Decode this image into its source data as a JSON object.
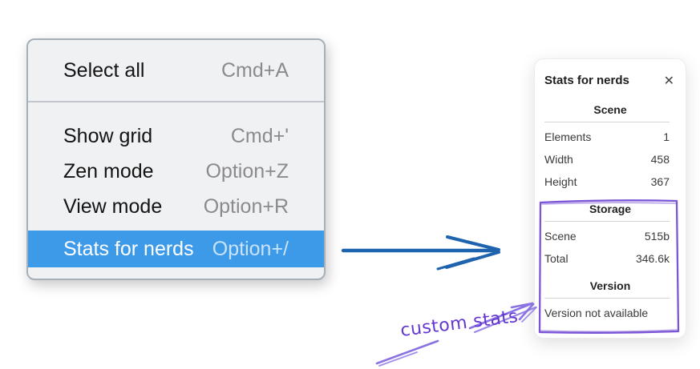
{
  "context_menu": {
    "items": [
      {
        "label": "Select all",
        "shortcut": "Cmd+A",
        "selected": false
      },
      {
        "label": "Show grid",
        "shortcut": "Cmd+'",
        "selected": false
      },
      {
        "label": "Zen mode",
        "shortcut": "Option+Z",
        "selected": false
      },
      {
        "label": "View mode",
        "shortcut": "Option+R",
        "selected": false
      },
      {
        "label": "Stats for nerds",
        "shortcut": "Option+/",
        "selected": true
      }
    ],
    "highlight_color": "#3d9ae8"
  },
  "stats_panel": {
    "title": "Stats for nerds",
    "close_icon": "✕",
    "scene_section": {
      "header": "Scene",
      "rows": [
        {
          "label": "Elements",
          "value": "1"
        },
        {
          "label": "Width",
          "value": "458"
        },
        {
          "label": "Height",
          "value": "367"
        }
      ]
    },
    "storage_section": {
      "header": "Storage",
      "rows": [
        {
          "label": "Scene",
          "value": "515b"
        },
        {
          "label": "Total",
          "value": "346.6k"
        }
      ]
    },
    "version_section": {
      "header": "Version",
      "note": "Version not available"
    }
  },
  "annotation": {
    "label": "custom stats",
    "color": "#6336d2",
    "arrow_color": "#8a72e2",
    "box_color": "#7b55d6"
  },
  "connector_arrow": {
    "color": "#1e63ae"
  }
}
